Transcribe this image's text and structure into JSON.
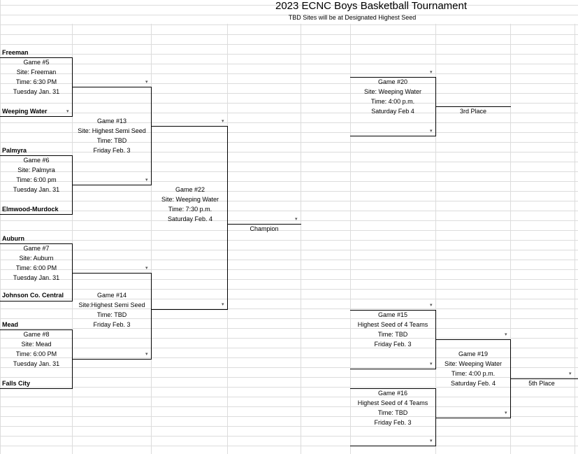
{
  "header": {
    "title": "2023 ECNC Boys Basketball Tournament",
    "subtitle": "TBD Sites will be at Designated Highest Seed"
  },
  "teams": {
    "freeman": "Freeman",
    "weeping_water": "Weeping Water",
    "palmyra": "Palmyra",
    "elmwood_murdock": "Elmwood-Murdock",
    "auburn": "Auburn",
    "johnson_co_central": "Johnson Co. Central",
    "mead": "Mead",
    "falls_city": "Falls City"
  },
  "games": {
    "g5": {
      "game": "Game #5",
      "site": "Site: Freeman",
      "time": "Time: 6:30 PM",
      "date": "Tuesday Jan. 31"
    },
    "g6": {
      "game": "Game #6",
      "site": "Site: Palmyra",
      "time": "Time: 6:00 pm",
      "date": "Tuesday Jan. 31"
    },
    "g7": {
      "game": "Game #7",
      "site": "Site: Auburn",
      "time": "Time: 6:00 PM",
      "date": "Tuesday Jan. 31"
    },
    "g8": {
      "game": "Game #8",
      "site": "Site: Mead",
      "time": "Time: 6:00 PM",
      "date": "Tuesday Jan. 31"
    },
    "g13": {
      "game": "Game #13",
      "site": "Site:  Highest Semi Seed",
      "time": "Time: TBD",
      "date": "Friday Feb. 3"
    },
    "g14": {
      "game": "Game #14",
      "site": "Site:Highest Semi Seed",
      "time": "Time: TBD",
      "date": "Friday Feb. 3"
    },
    "g22": {
      "game": "Game #22",
      "site": "Site: Weeping Water",
      "time": "Time: 7:30 p.m.",
      "date": "Saturday Feb. 4"
    },
    "g20": {
      "game": "Game #20",
      "site": "Site: Weeping Water",
      "time": "Time: 4:00 p.m.",
      "date": "Saturday Feb 4"
    },
    "g15": {
      "game": "Game #15",
      "site": "Highest Seed of 4 Teams",
      "time": "Time: TBD",
      "date": "Friday Feb. 3"
    },
    "g16": {
      "game": "Game #16",
      "site": "Highest Seed of 4 Teams",
      "time": "Time: TBD",
      "date": "Friday Feb. 3"
    },
    "g19": {
      "game": "Game #19",
      "site": "Site: Weeping Water",
      "time": "Time: 4:00 p.m.",
      "date": "Saturday Feb. 4"
    }
  },
  "results": {
    "champion": "Champion",
    "third_place": "3rd Place",
    "fifth_place": "5th Place"
  },
  "dropdown_glyph": "▾"
}
